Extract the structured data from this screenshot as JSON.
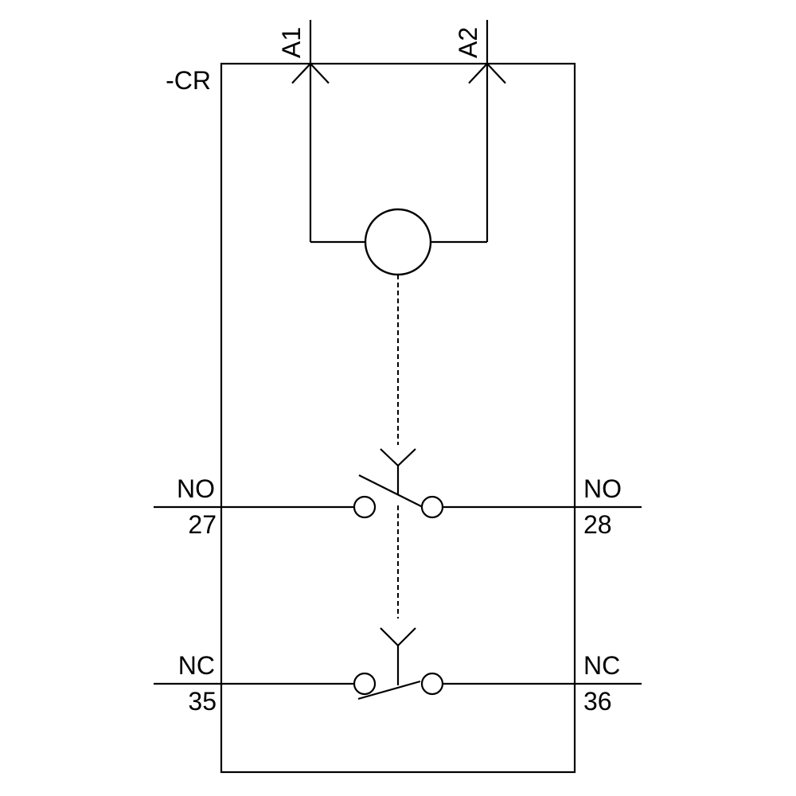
{
  "diagram": {
    "kind": "relay-control-circuit-schematic",
    "device_tag": "-CR",
    "colors": {
      "line": "#000000",
      "background": "#ffffff"
    },
    "coil": {
      "terminal_left": "A1",
      "terminal_right": "A2"
    },
    "no_contact": {
      "type_label_left": "NO",
      "terminal_left": "27",
      "type_label_right": "NO",
      "terminal_right": "28"
    },
    "nc_contact": {
      "type_label_left": "NC",
      "terminal_left": "35",
      "type_label_right": "NC",
      "terminal_right": "36"
    }
  }
}
